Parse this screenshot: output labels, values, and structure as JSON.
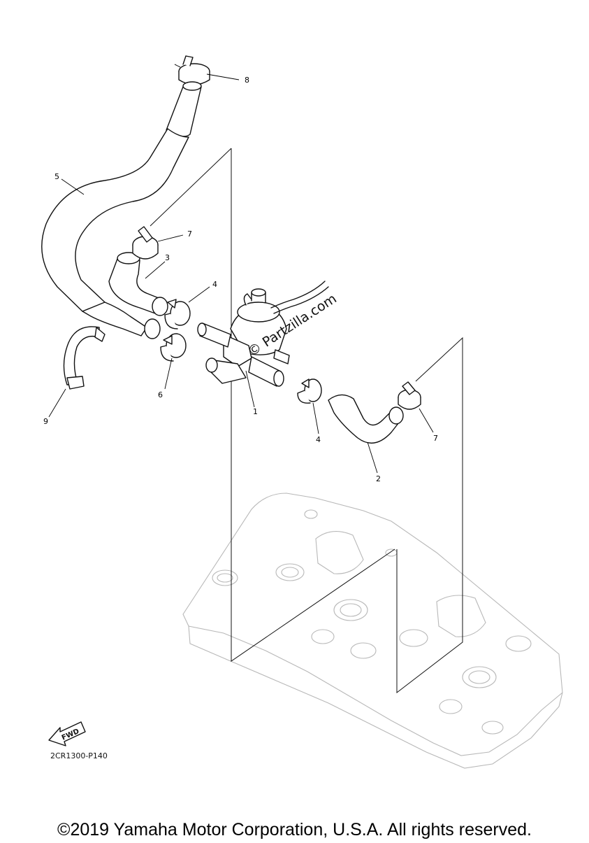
{
  "callouts": {
    "p1": "1",
    "p2": "2",
    "p3": "3",
    "p4a": "4",
    "p4b": "4",
    "p5": "5",
    "p6": "6",
    "p7a": "7",
    "p7b": "7",
    "p8": "8",
    "p9": "9"
  },
  "watermark": "© Partzilla.com",
  "fwd_label": "FWD",
  "diagram_code": "2CR1300-P140",
  "copyright": "©2019 Yamaha Motor Corporation, U.S.A. All rights reserved."
}
